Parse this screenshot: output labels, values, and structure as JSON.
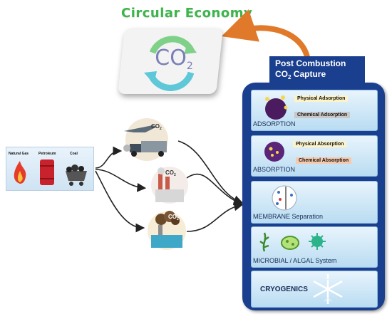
{
  "title": "Circular Economy",
  "co2_icon": {
    "text": "CO",
    "sub": "2"
  },
  "fuels": [
    "Natural Gas",
    "Petroleum",
    "Coal"
  ],
  "source_icons": [
    "airplane-truck-icon",
    "factory-icon",
    "smoke-factory-icon"
  ],
  "source_co2_label": "CO",
  "header": {
    "line1": "Post Combustion",
    "line2_main": "CO",
    "line2_sub": "2",
    "line2_tail": " Capture"
  },
  "methods": {
    "adsorption": {
      "label": "ADSORPTION",
      "tags": [
        "Physical Adsorption",
        "Chemical Adsorption"
      ]
    },
    "absorption": {
      "label": "ABSORPTION",
      "tags": [
        "Physical Absorption",
        "Chemical Absorption"
      ]
    },
    "membrane": {
      "label": "MEMBRANE Separation"
    },
    "microbial": {
      "label": "MICROBIAL / ALGAL System"
    },
    "cryogenics": {
      "label": "CRYOGENICS"
    }
  },
  "colors": {
    "title_green": "#3cb54a",
    "panel_blue": "#1a3f8f",
    "arrow_orange": "#e07a2a",
    "cycle_green": "#7fd18a",
    "cycle_teal": "#5ec8d8",
    "tag_yellow": "#fdf3c8",
    "tag_grey": "#c8c8c8",
    "tag_peach": "#f6c9ad"
  }
}
